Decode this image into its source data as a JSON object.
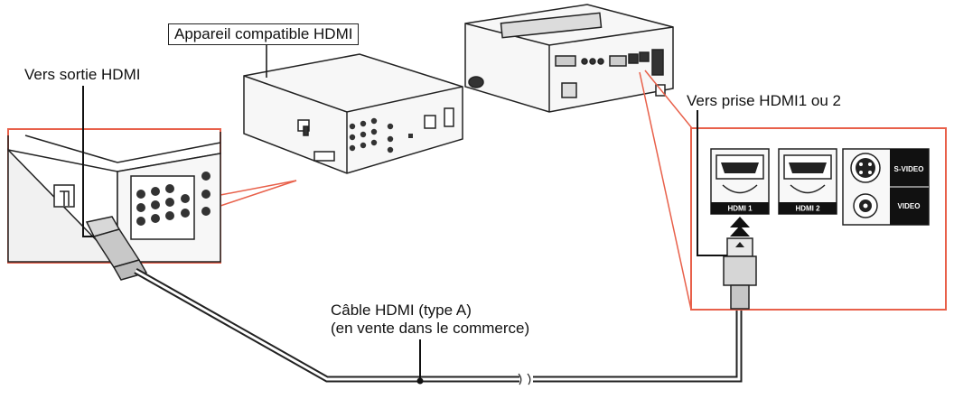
{
  "labels": {
    "device": "Appareil compatible HDMI",
    "hdmi_out": "Vers sortie HDMI",
    "hdmi_in": "Vers prise HDMI1 ou 2",
    "cable_line1": "Câble HDMI (type A)",
    "cable_line2": "(en vente dans le commerce)"
  },
  "ports": {
    "hdmi1": "HDMI 1",
    "hdmi2": "HDMI 2",
    "svideo": "S-VIDEO",
    "video": "VIDEO"
  },
  "colors": {
    "callout": "#e8604a",
    "ink": "#222222",
    "fill_light": "#f4f4f4",
    "fill_mid": "#d9d9d9",
    "panel_dark": "#111111"
  }
}
